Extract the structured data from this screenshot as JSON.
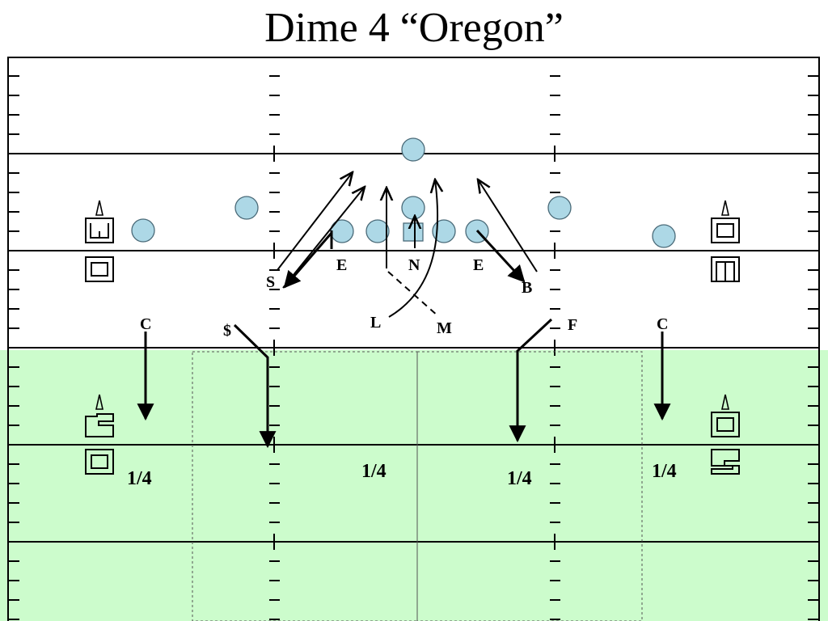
{
  "title": "Dime 4 “Oregon”",
  "colors": {
    "field_green": "#ccfccc",
    "player_fill": "#add8e6",
    "line": "#000000"
  },
  "icons": {
    "yard_number": "yard-number-glyph",
    "direction": "direction-arrow-icon"
  },
  "players": {
    "defense_labels": [
      "E",
      "N",
      "E",
      "S",
      "B",
      "L",
      "M",
      "$",
      "F",
      "C",
      "C"
    ]
  },
  "zones": [
    "1/4",
    "1/4",
    "1/4",
    "1/4"
  ]
}
